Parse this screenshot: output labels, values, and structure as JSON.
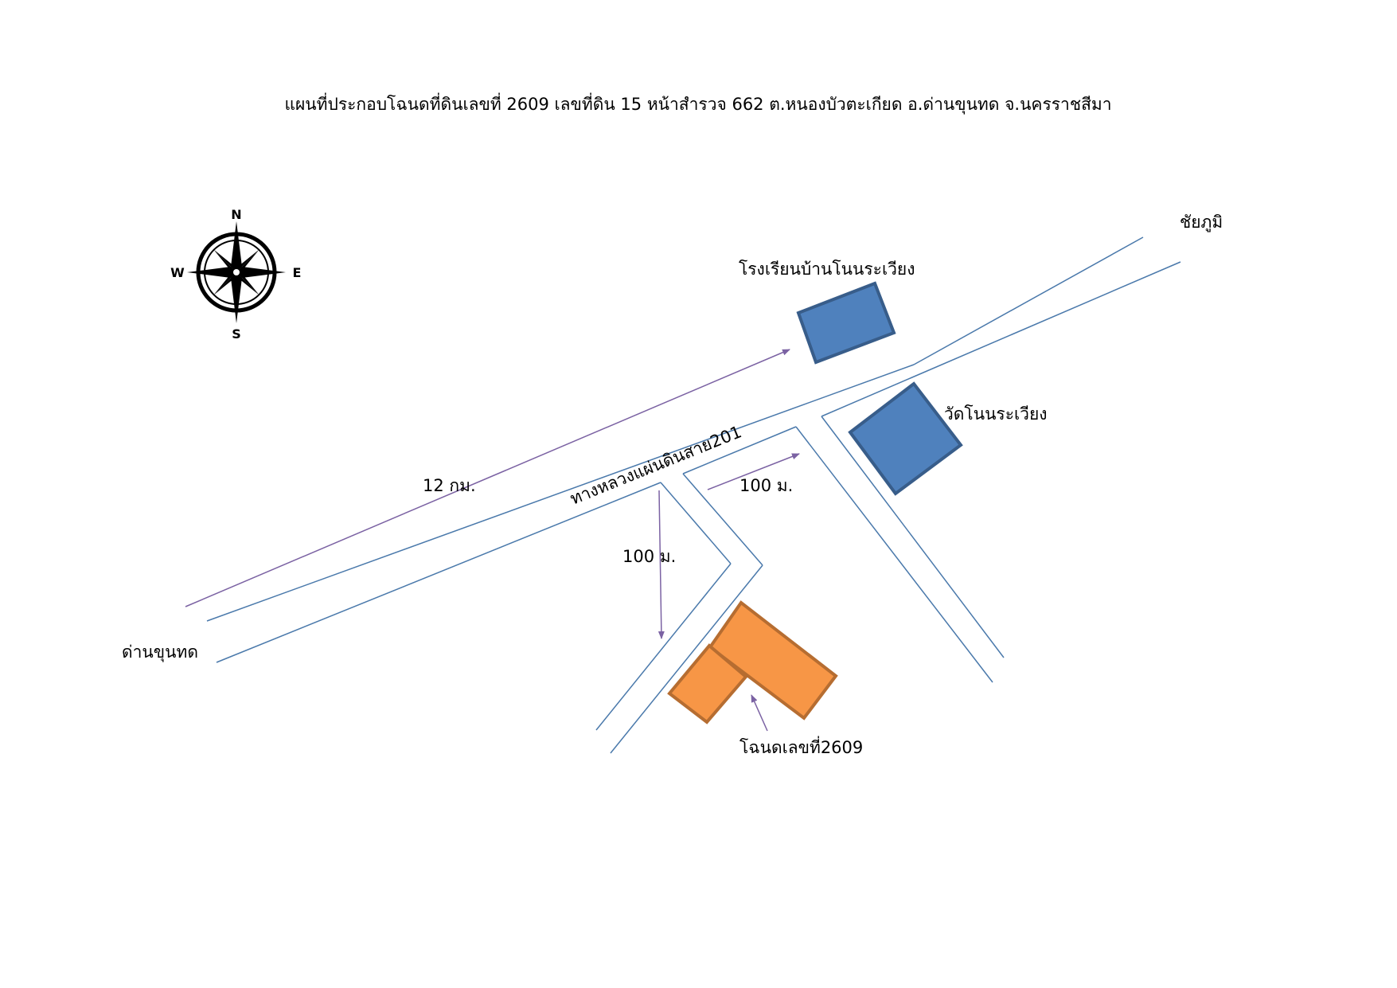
{
  "title": "แผนที่ประกอบโฉนดที่ดินเลขที่ 2609 เลขที่ดิน 15 หน้าสำรวจ 662 ต.หนองบัวตะเกียด อ.ด่านขุนทด จ.นครราชสีมา",
  "compass": {
    "north": "N",
    "south": "S",
    "east": "E",
    "west": "W",
    "icon": "compass-rose-icon"
  },
  "places": {
    "west_destination": "ด่านขุนทด",
    "east_destination": "ชัยภูมิ",
    "school": "โรงเรียนบ้านโนนระเวียง",
    "temple": "วัดโนนระเวียง",
    "parcel": "โฉนดเลขที่2609"
  },
  "road_name": "ทางหลวงแผ่นดินสาย201",
  "distances": {
    "highway": "12 กม.",
    "side_road_south": "100 ม.",
    "side_road_east": "100 ม."
  },
  "colors": {
    "road": "#4a79ab",
    "arrow": "#7b62a3",
    "building_fill": "#4f81bd",
    "building_stroke": "#385d8a",
    "parcel_fill": "#f79646",
    "parcel_stroke": "#b66d31"
  }
}
